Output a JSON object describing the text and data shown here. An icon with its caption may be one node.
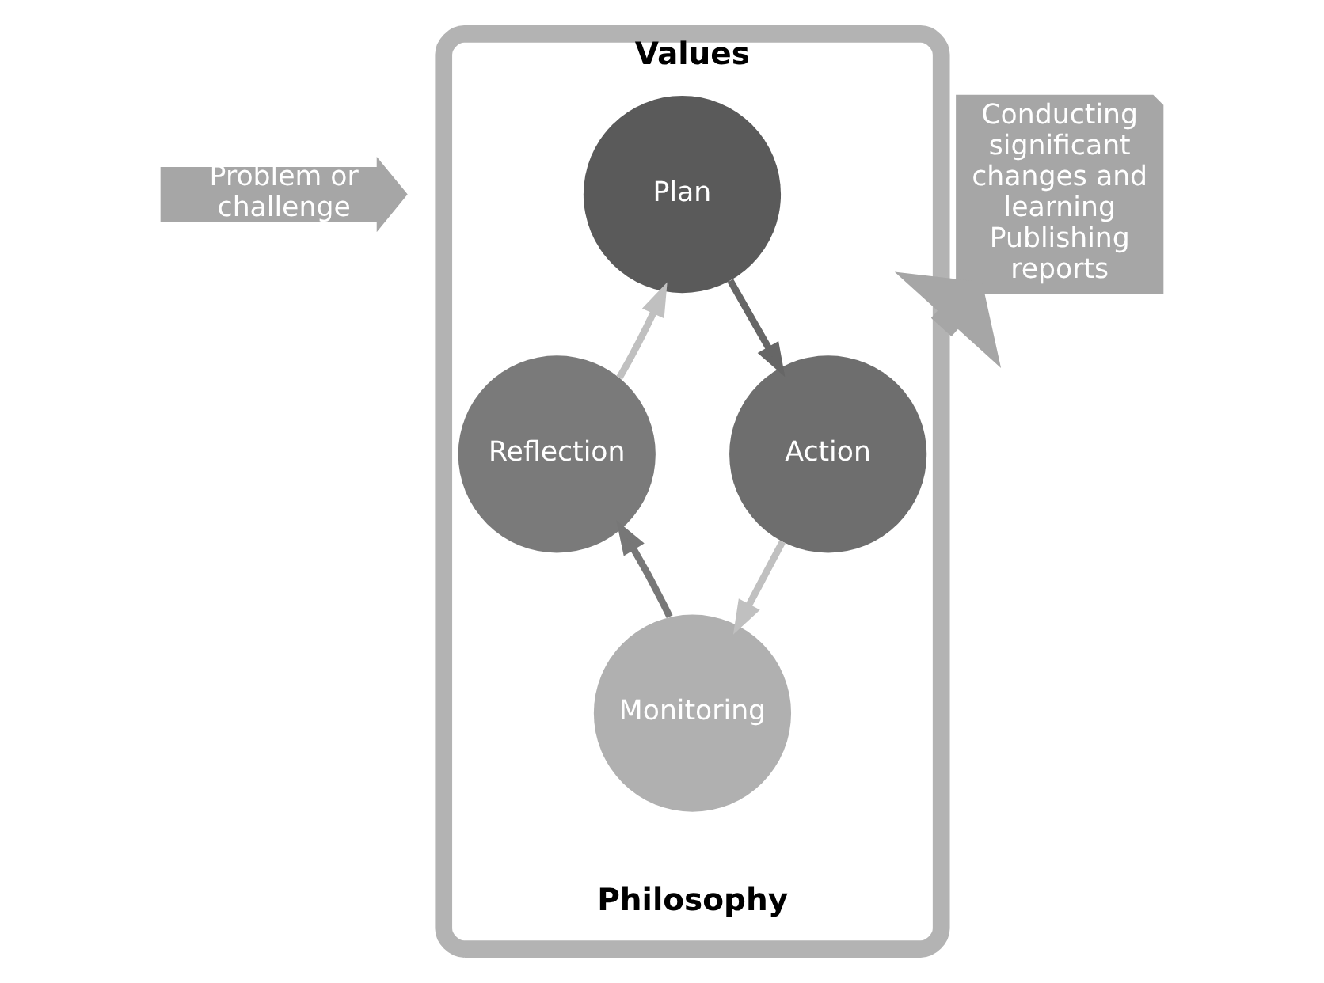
{
  "diagram": {
    "nodes": [
      {
        "text": [
          "Values",
          "Philosophy"
        ]
      },
      {
        "text": [
          "Problem or challenge"
        ]
      },
      {
        "text": [
          "Plan"
        ],
        "in": 0
      },
      {
        "text": [
          "Action"
        ],
        "in": 0
      },
      {
        "text": [
          "Monitoring"
        ],
        "in": 0
      },
      {
        "text": [
          "Reflection"
        ],
        "in": 0
      },
      {
        "text": [
          "Conducting significant changes and learning",
          "Publishing reports"
        ]
      }
    ],
    "edges": [
      {
        "from": 2,
        "to": 3,
        "arrow": "to",
        "color": "#666666"
      },
      {
        "from": 3,
        "to": 4,
        "arrow": "to",
        "color": "#c0c0c0"
      },
      {
        "from": 4,
        "to": 5,
        "arrow": "to",
        "color": "#777777"
      },
      {
        "from": 5,
        "to": 2,
        "arrow": "to",
        "color": "#c0c0c0"
      },
      {
        "from": 0,
        "to": 6,
        "arrow": "to",
        "style": "thick",
        "color": "#a6a6a6"
      }
    ]
  }
}
